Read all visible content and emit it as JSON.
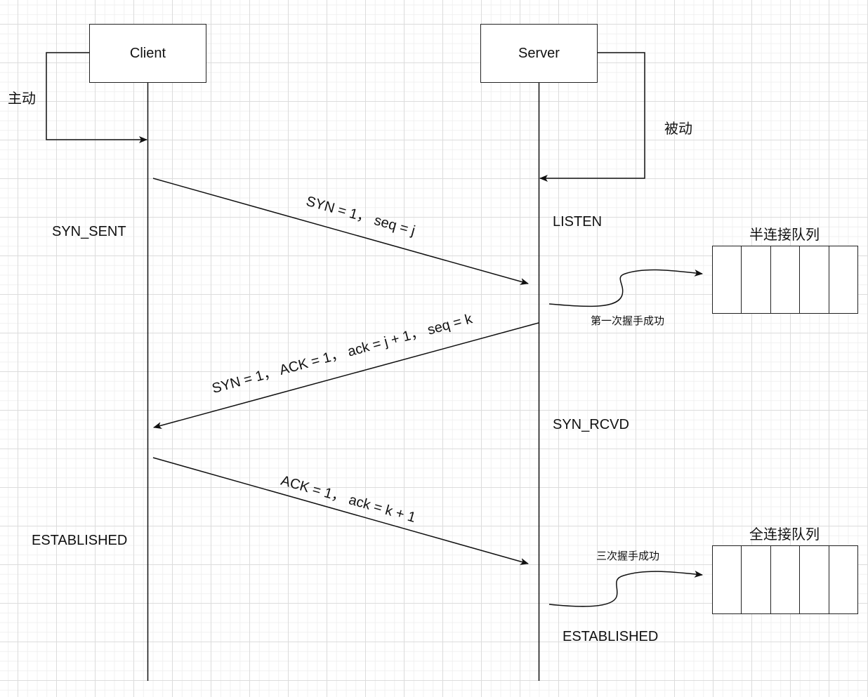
{
  "participants": {
    "client": "Client",
    "server": "Server"
  },
  "annotations": {
    "active": "主动",
    "passive": "被动"
  },
  "states": {
    "client_syn_sent": "SYN_SENT",
    "client_established": "ESTABLISHED",
    "server_listen": "LISTEN",
    "server_syn_rcvd": "SYN_RCVD",
    "server_established": "ESTABLISHED"
  },
  "messages": [
    {
      "label": "SYN = 1， seq = j",
      "direction": "client-to-server"
    },
    {
      "label": "SYN = 1， ACK = 1， ack = j + 1， seq = k",
      "direction": "server-to-client"
    },
    {
      "label": "ACK = 1， ack = k + 1",
      "direction": "client-to-server"
    }
  ],
  "queues": [
    {
      "title": "半连接队列",
      "slots": 5,
      "trigger": "第一次握手成功"
    },
    {
      "title": "全连接队列",
      "slots": 5,
      "trigger": "三次握手成功"
    }
  ]
}
